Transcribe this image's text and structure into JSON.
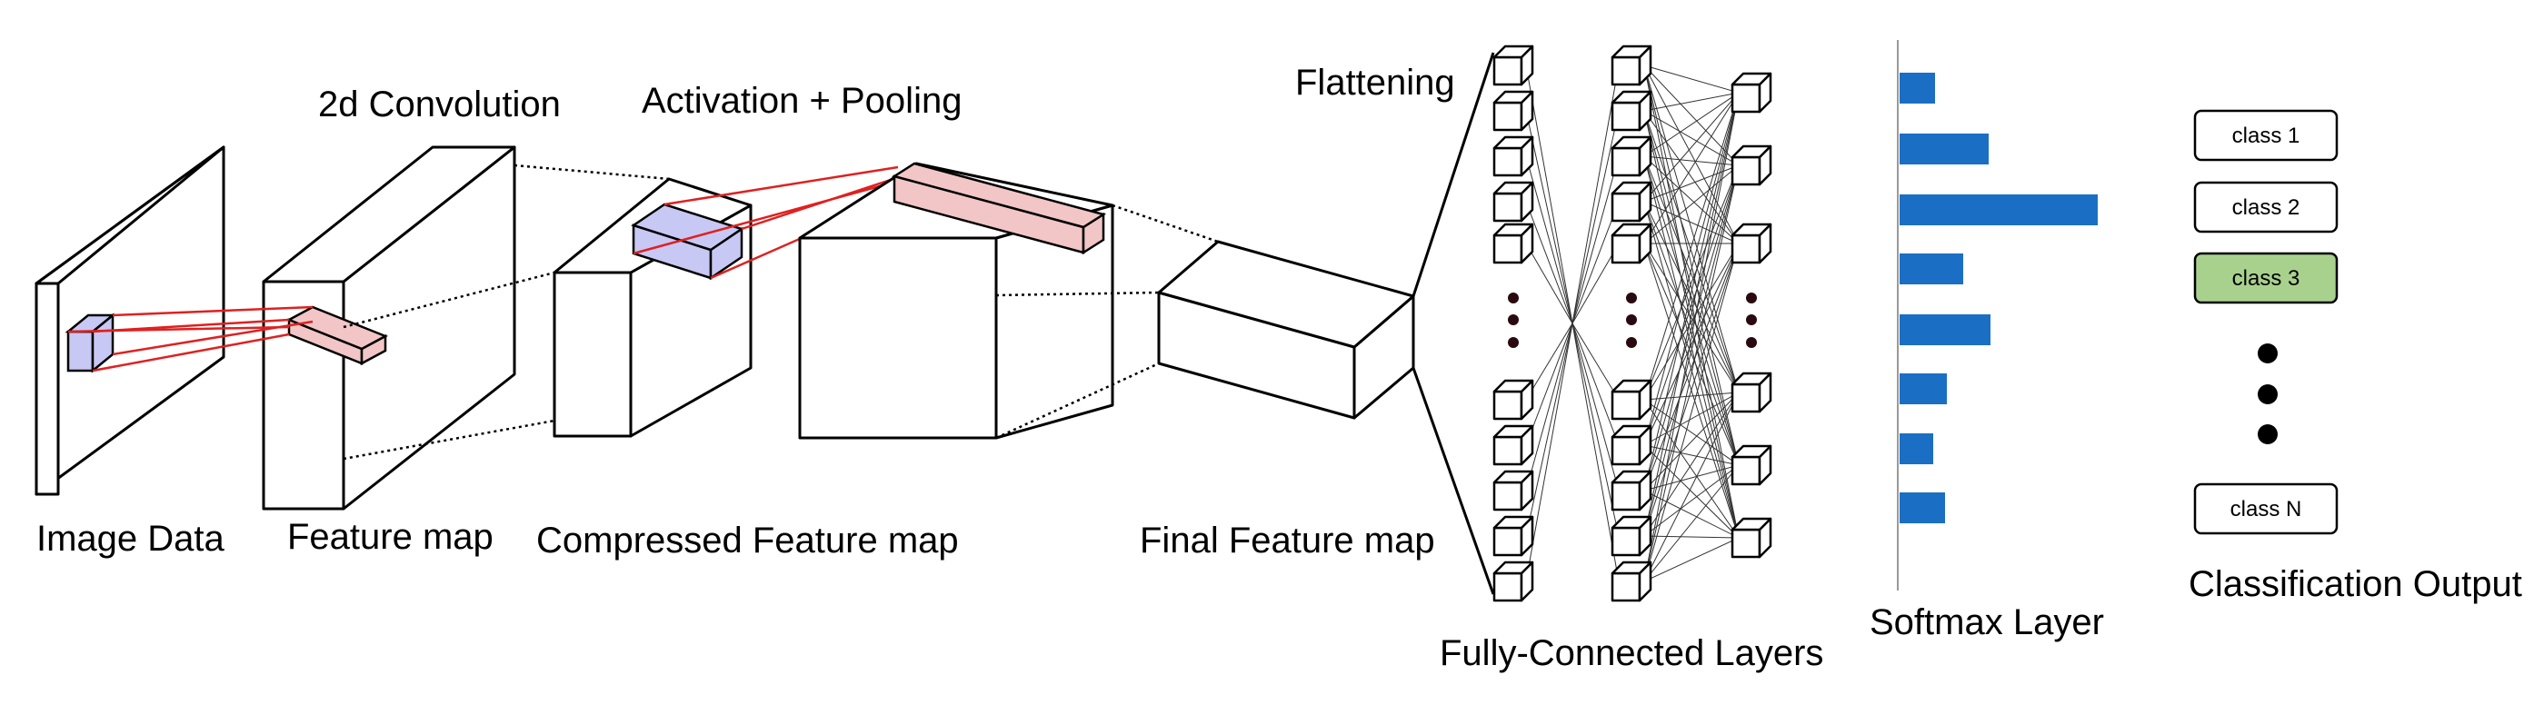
{
  "labels": {
    "image_data": "Image Data",
    "feature_map": "Feature map",
    "conv": "2d Convolution",
    "act_pool": "Activation + Pooling",
    "compressed": "Compressed Feature map",
    "final": "Final Feature map",
    "flattening": "Flattening",
    "fully_connected": "Fully-Connected Layers",
    "softmax": "Softmax Layer",
    "classification": "Classification Output"
  },
  "classes": [
    {
      "label": "class 1",
      "highlighted": false
    },
    {
      "label": "class 2",
      "highlighted": false
    },
    {
      "label": "class 3",
      "highlighted": true
    },
    {
      "label": "class N",
      "highlighted": false
    }
  ],
  "softmax_bar_levels": [
    0.18,
    0.45,
    1.0,
    0.32,
    0.46,
    0.24,
    0.17,
    0.23
  ],
  "colors": {
    "kernel_fill": "#c8c8f4",
    "feature_fill": "#f2c6c6",
    "connector": "#e02020",
    "bar": "#1a6fc4",
    "highlight": "#a9d18e",
    "stroke": "#000000"
  }
}
